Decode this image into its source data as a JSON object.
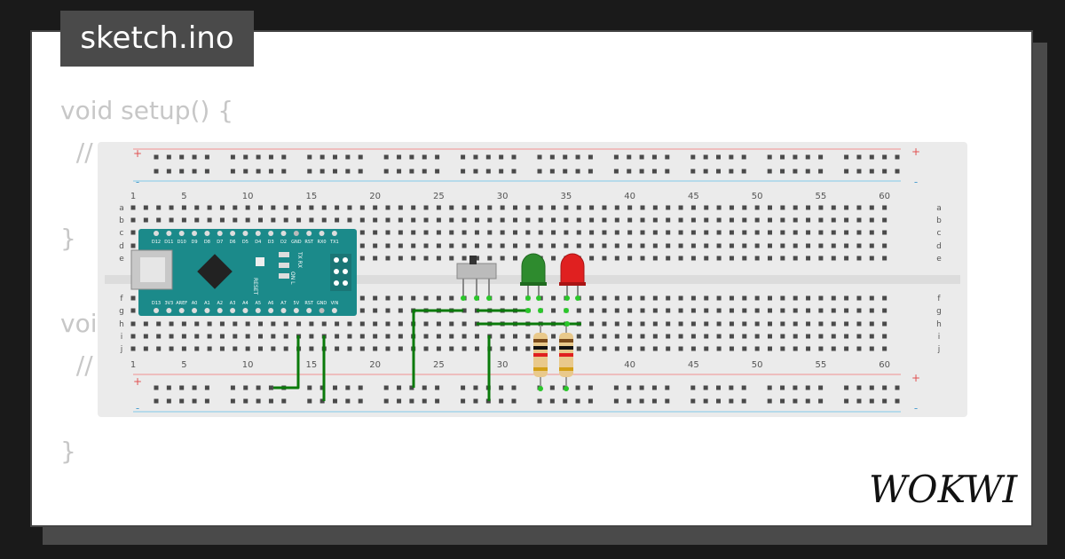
{
  "editor": {
    "tab_label": "sketch.ino",
    "code_lines": [
      "void setup() {",
      "  //",
      "}",
      "void",
      "  //",
      "}"
    ]
  },
  "breadcrumb": {
    "column_numbers": [
      "1",
      "5",
      "10",
      "15",
      "20",
      "25",
      "30",
      "35",
      "40",
      "45",
      "50",
      "55",
      "60"
    ],
    "row_letters_top": [
      "a",
      "b",
      "c",
      "d",
      "e"
    ],
    "row_letters_bottom": [
      "f",
      "g",
      "h",
      "i",
      "j"
    ],
    "rail_plus": "+",
    "rail_minus": "-"
  },
  "arduino": {
    "top_pins": [
      "D12",
      "D11",
      "D10",
      "D9",
      "D8",
      "D7",
      "D6",
      "D5",
      "D4",
      "D3",
      "D2",
      "GND",
      "RST",
      "RX0",
      "TX1"
    ],
    "bottom_pins": [
      "D13",
      "3V3",
      "AREF",
      "A0",
      "A1",
      "A2",
      "A3",
      "A4",
      "A5",
      "A6",
      "A7",
      "5V",
      "RST",
      "GND",
      "VIN"
    ],
    "reset_label": "RESET",
    "txrx_label": "TX RX",
    "on_label": "ON L"
  },
  "leds": [
    {
      "color": "#2e8b2e"
    },
    {
      "color": "#e02020"
    }
  ],
  "brand": {
    "logo_text": "WOKWI"
  },
  "colors": {
    "wire": "#0a7a0a",
    "board": "#1b8a8a",
    "rail_red": "#f09090",
    "rail_blue": "#80c8e8"
  }
}
